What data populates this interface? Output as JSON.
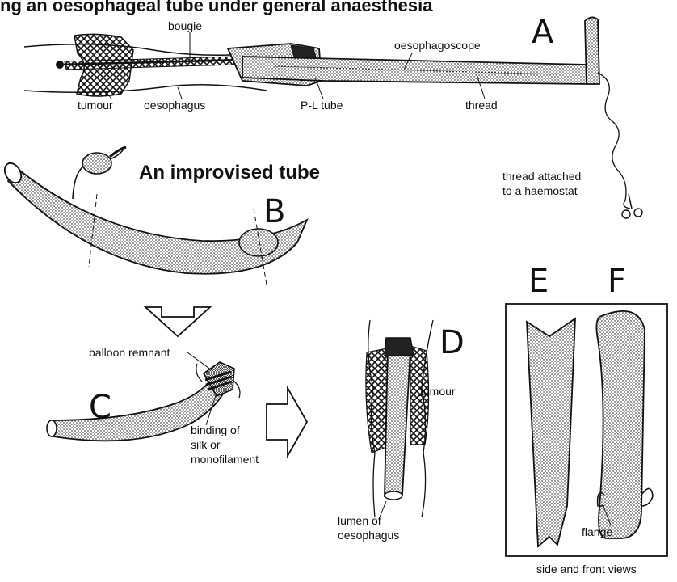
{
  "figure": {
    "heading": "ng an oesophageal tube under general anaesthesia",
    "panels": {
      "a": "A",
      "b": "B",
      "c": "C",
      "d": "D",
      "e": "E",
      "f": "F"
    },
    "panel_a": {
      "bougie": "bougie",
      "oesophagoscope": "oesophagoscope",
      "tumour": "tumour",
      "oesophagus": "oesophagus",
      "pl_tube": "P-L tube",
      "thread": "thread",
      "thread_note_line1": "thread attached",
      "thread_note_line2": "to a haemostat"
    },
    "panel_b": {
      "title": "An improvised tube"
    },
    "panel_c": {
      "balloon": "balloon remnant",
      "binding_line1": "binding of",
      "binding_line2": "silk or",
      "binding_line3": "monofilament"
    },
    "panel_d": {
      "tumour": "tumour",
      "lumen_line1": "lumen of",
      "lumen_line2": "oesophagus"
    },
    "panel_ef": {
      "flange": "flange",
      "caption": "side and front views"
    }
  }
}
